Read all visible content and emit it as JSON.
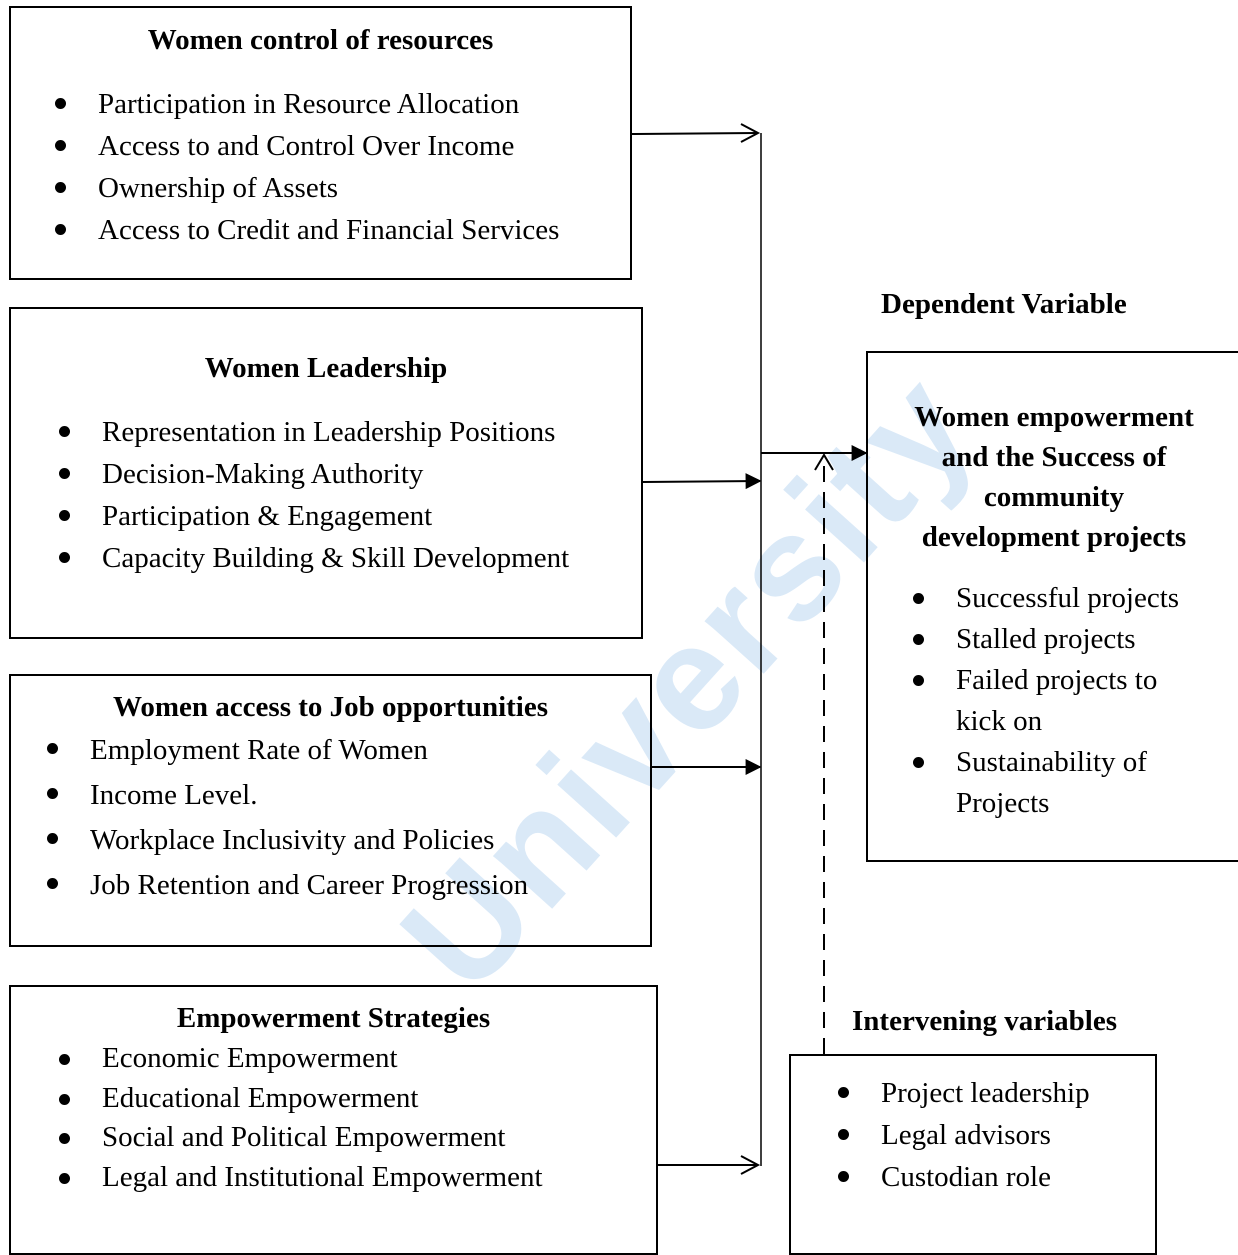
{
  "watermark": {
    "text": "University"
  },
  "box1": {
    "title": "Women control of resources",
    "items": [
      "Participation in Resource Allocation",
      "Access to and Control Over Income",
      "Ownership of Assets",
      "Access to Credit and Financial Services"
    ]
  },
  "box2": {
    "title": "Women Leadership",
    "items": [
      "Representation in Leadership Positions",
      "Decision-Making Authority",
      "Participation & Engagement",
      "Capacity Building & Skill Development"
    ]
  },
  "box3": {
    "title": "Women access to Job opportunities",
    "items": [
      "Employment Rate of Women",
      "Income Level.",
      "Workplace Inclusivity and Policies",
      "Job Retention and Career Progression"
    ]
  },
  "box4": {
    "title": "Empowerment Strategies",
    "items": [
      "Economic Empowerment",
      "Educational Empowerment",
      "Social and Political Empowerment",
      "Legal and Institutional Empowerment"
    ]
  },
  "dependent": {
    "label": "Dependent Variable",
    "title_lines": [
      "Women empowerment",
      "and the Success of",
      "community",
      "development projects"
    ],
    "items": [
      [
        "Successful projects"
      ],
      [
        "Stalled projects"
      ],
      [
        "Failed projects to",
        "kick on"
      ],
      [
        "Sustainability of",
        "Projects"
      ]
    ]
  },
  "intervening": {
    "label": "Intervening variables",
    "items": [
      "Project leadership",
      "Legal advisors",
      "Custodian role"
    ]
  }
}
